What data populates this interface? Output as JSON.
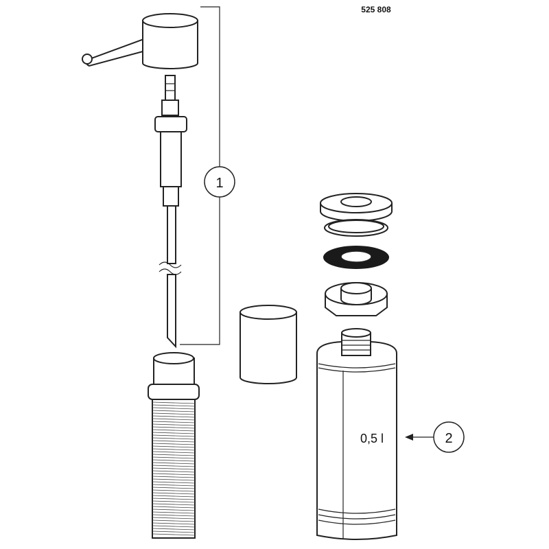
{
  "header": {
    "part_number": "525 808"
  },
  "callouts": [
    {
      "number": "1"
    },
    {
      "number": "2"
    }
  ],
  "bottle": {
    "volume_label": "0,5 l"
  },
  "colors": {
    "line": "#222222",
    "background": "#ffffff",
    "gasket": "#1a1a1a"
  }
}
